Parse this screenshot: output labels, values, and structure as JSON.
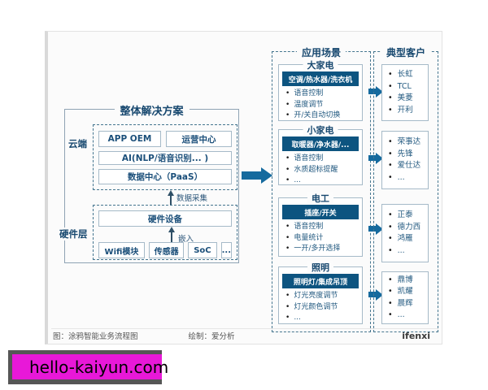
{
  "colors": {
    "header_bar": "#0d5480",
    "arrow": "#156a9e",
    "banner_bg": "#e818d8",
    "banner_shadow": "#565656",
    "text_primary": "#1b4f7a"
  },
  "solution": {
    "title": "整体解决方案",
    "cloud_label": "云端",
    "hardware_label": "硬件层",
    "app_oem": "APP OEM",
    "ops_center": "运营中心",
    "ai": "AI(NLP/语音识别... )",
    "data_center": "数据中心（PaaS）",
    "data_collect": "数据采集",
    "hardware_device": "硬件设备",
    "embed": "嵌入",
    "hw_modules": [
      "Wifi模块",
      "传感器",
      "SoC",
      "..."
    ]
  },
  "scenarios": {
    "title": "应用场景",
    "groups": [
      {
        "name": "大家电",
        "header": "空调/热水器/洗衣机",
        "bullets": [
          "语音控制",
          "温度调节",
          "开/关自动切换"
        ]
      },
      {
        "name": "小家电",
        "header": "取暖器/净水器/...",
        "bullets": [
          "语音控制",
          "水质超标提醒",
          "..."
        ]
      },
      {
        "name": "电工",
        "header": "插座/开关",
        "bullets": [
          "语音控制",
          "电量统计",
          "一开/多开选择"
        ]
      },
      {
        "name": "照明",
        "header": "照明灯/集成吊顶",
        "bullets": [
          "灯光亮度调节",
          "灯光颜色调节",
          "..."
        ]
      }
    ]
  },
  "customers": {
    "title": "典型客户",
    "groups": [
      {
        "items": [
          "长虹",
          "TCL",
          "美菱",
          "开利"
        ]
      },
      {
        "items": [
          "荣事达",
          "先锋",
          "爱仕达",
          "..."
        ]
      },
      {
        "items": [
          "正泰",
          "德力西",
          "鸿雁",
          "..."
        ]
      },
      {
        "items": [
          "鼎博",
          "凯耀",
          "晨辉",
          "..."
        ]
      }
    ]
  },
  "footer": {
    "caption": "图：涂鸦智能业务流程图",
    "credit": "绘制：爱分析",
    "brand": "ifenxi"
  },
  "banner": {
    "text": "hello-kaiyun.com"
  }
}
